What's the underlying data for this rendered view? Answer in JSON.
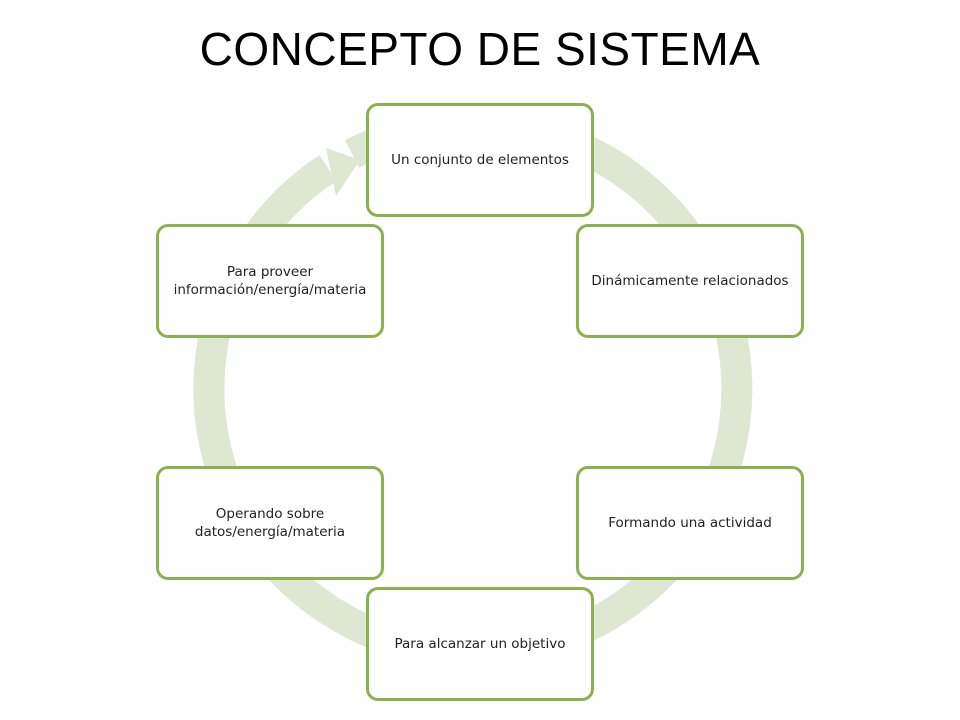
{
  "title": "CONCEPTO DE SISTEMA",
  "colors": {
    "node_border": "#8db04e",
    "cycle_arrow": "#dde7d2"
  },
  "cycle": {
    "nodes": [
      {
        "label": "Un conjunto de elementos"
      },
      {
        "label": "Dinámicamente relacionados"
      },
      {
        "label": "Formando una actividad"
      },
      {
        "label": "Para alcanzar un objetivo"
      },
      {
        "label": "Operando sobre datos/energía/materia"
      },
      {
        "label": "Para proveer información/energía/materia"
      }
    ]
  }
}
